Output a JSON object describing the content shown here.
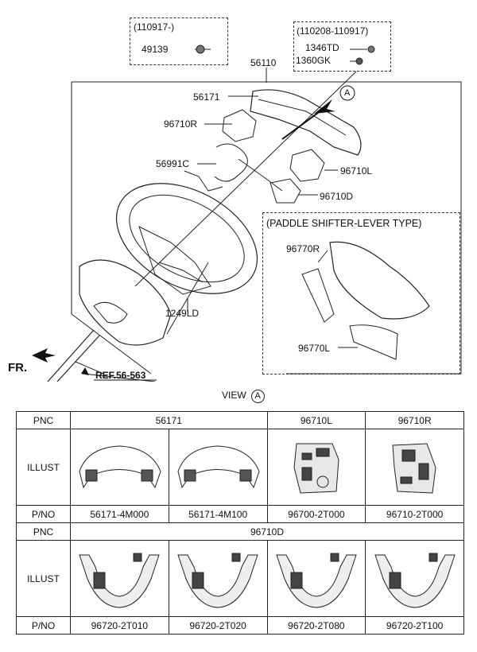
{
  "callouts": {
    "box1_range": "(110917-)",
    "box1_part": "49139",
    "box2_range": "(110208-110917)",
    "box2_part1": "1346TD",
    "box2_part2": "1360GK",
    "p56110": "56110",
    "p56171": "56171",
    "p96710R": "96710R",
    "p56991C": "56991C",
    "p96710L": "96710L",
    "p96710D": "96710D",
    "p1249LD": "1249LD",
    "view_marker": "A",
    "paddle_title": "(PADDLE SHIFTER-LEVER TYPE)",
    "p96770R": "96770R",
    "p96770L": "96770L",
    "fr": "FR.",
    "ref": "REF.56-563"
  },
  "view": {
    "label": "VIEW",
    "marker": "A"
  },
  "table": {
    "pnc_label": "PNC",
    "illust_label": "ILLUST",
    "pno_label": "P/NO",
    "row1": {
      "pnc": [
        "56171",
        "96710L",
        "96710R"
      ],
      "pno": [
        "56171-4M000",
        "56171-4M100",
        "96700-2T000",
        "96710-2T000"
      ]
    },
    "row2": {
      "pnc": "96710D",
      "pno": [
        "96720-2T010",
        "96720-2T020",
        "96720-2T080",
        "96720-2T100"
      ]
    }
  }
}
